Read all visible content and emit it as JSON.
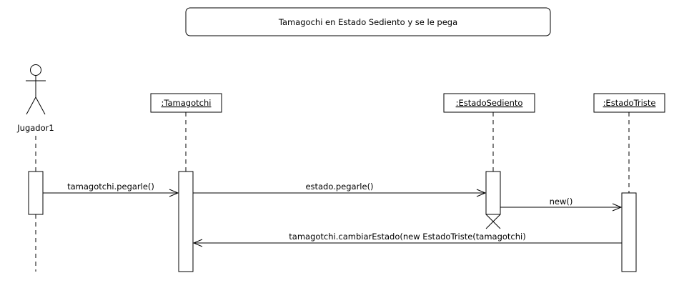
{
  "title": "Tamagochi en Estado Sediento y se le pega",
  "actor": {
    "label": "Jugador1"
  },
  "participants": [
    {
      "id": "tamagotchi",
      "label": ":Tamagotchi"
    },
    {
      "id": "sediento",
      "label": ":EstadoSediento"
    },
    {
      "id": "triste",
      "label": ":EstadoTriste"
    }
  ],
  "messages": [
    {
      "label": "tamagotchi.pegarle()",
      "from": "Jugador1",
      "to": ":Tamagotchi",
      "kind": "sync"
    },
    {
      "label": "estado.pegarle()",
      "from": ":Tamagotchi",
      "to": ":EstadoSediento",
      "kind": "sync"
    },
    {
      "label": "new()",
      "from": ":EstadoSediento",
      "to": ":EstadoTriste",
      "kind": "create"
    },
    {
      "label": "tamagotchi.cambiarEstado(new EstadoTriste(tamagotchi)",
      "from": ":EstadoTriste",
      "to": ":Tamagotchi",
      "kind": "sync"
    }
  ],
  "destroyed": [
    ":EstadoSediento"
  ]
}
